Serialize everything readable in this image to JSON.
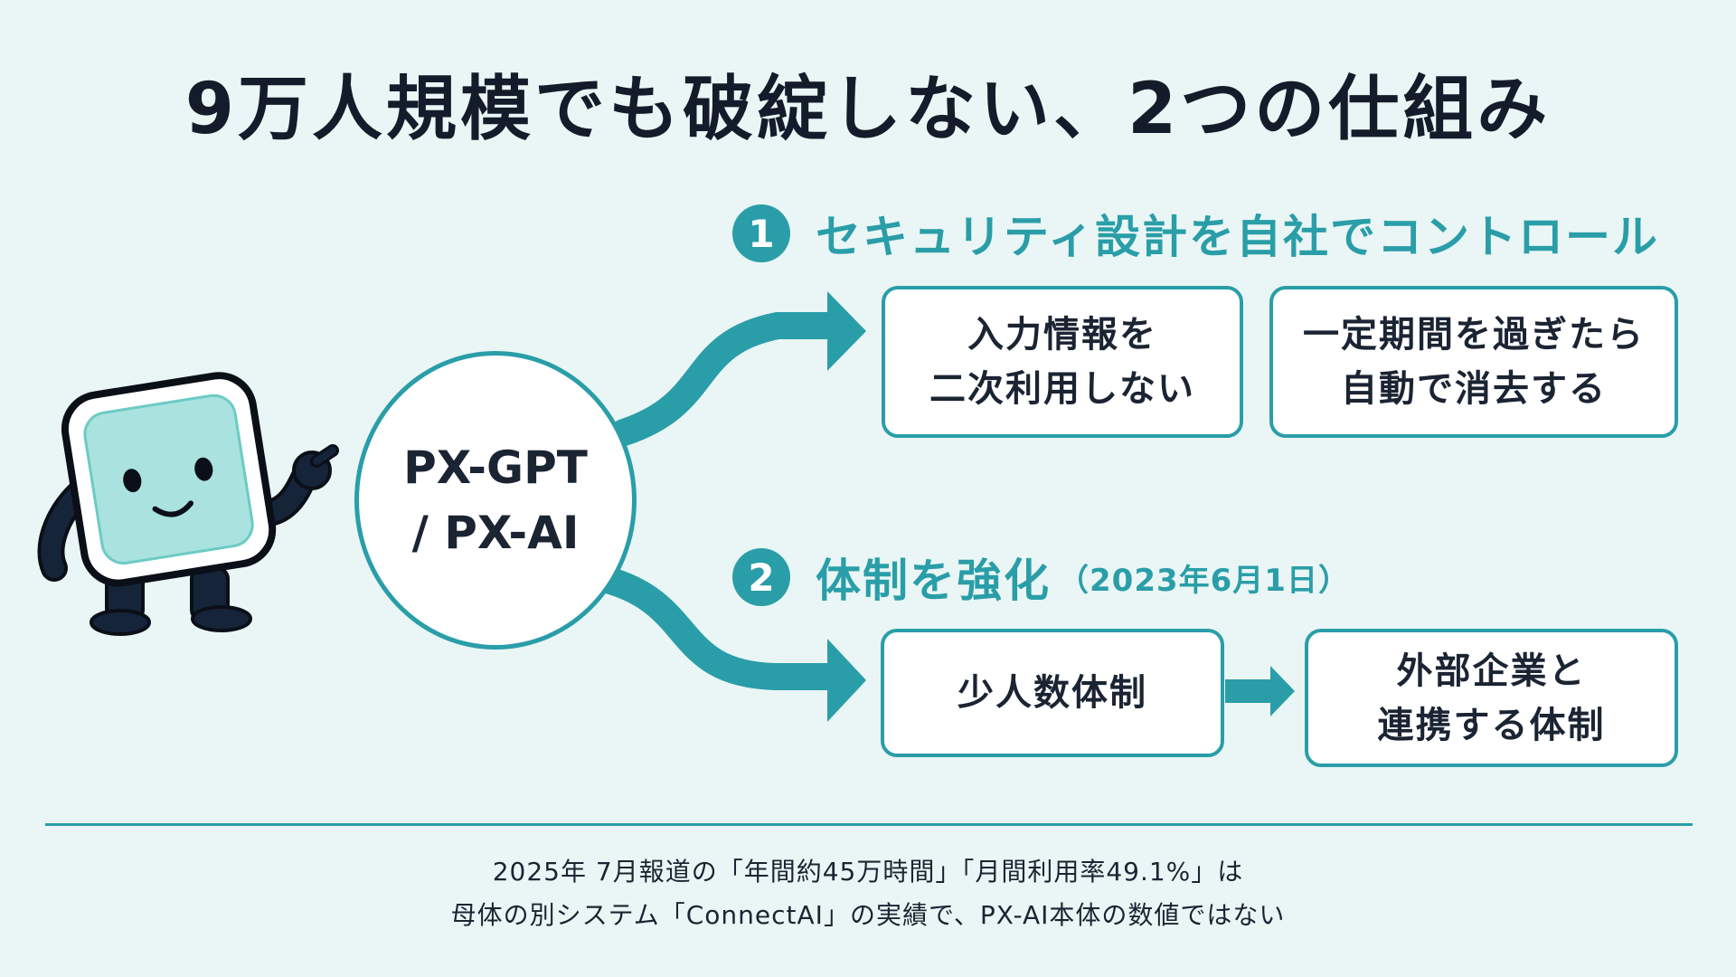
{
  "title": "9万人規模でも破綻しない、2つの仕組み",
  "hub": {
    "line1": "PX-GPT",
    "line2": "/ PX-AI"
  },
  "section1": {
    "number": "1",
    "heading": "セキュリティ設計を自社でコントロール",
    "boxes": [
      {
        "line1": "入力情報を",
        "line2": "二次利用しない"
      },
      {
        "line1": "一定期間を過ぎたら",
        "line2": "自動で消去する"
      }
    ]
  },
  "section2": {
    "number": "2",
    "heading": "体制を強化",
    "date": "（2023年6月1日）",
    "boxes": [
      {
        "line1": "少人数体制"
      },
      {
        "line1": "外部企業と",
        "line2": "連携する体制"
      }
    ]
  },
  "footnote": {
    "line1": "2025年 7月報道の「年間約45万時間」「月間利用率49.1%」は",
    "line2": "母体の別システム「ConnectAI」の実績で、PX-AI本体の数値ではない"
  },
  "colors": {
    "accent": "#2a9ea8",
    "background": "#eaf6f5",
    "text": "#1b2433"
  },
  "icons": {
    "mascot": "smiling-square-mascot-pointing-icon"
  }
}
